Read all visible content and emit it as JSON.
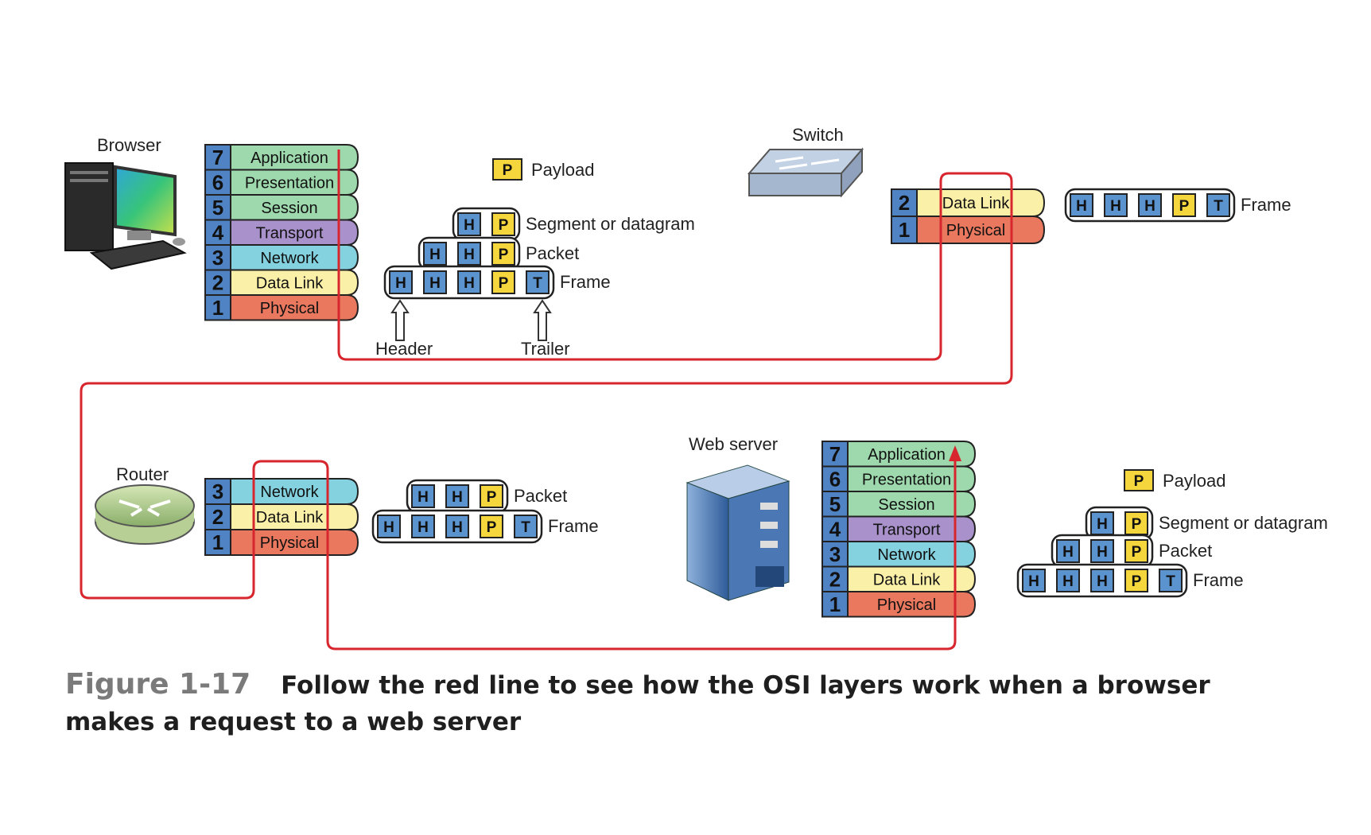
{
  "devices": {
    "browser": "Browser",
    "switch": "Switch",
    "router": "Router",
    "web_server": "Web server"
  },
  "layers": [
    {
      "num": "1",
      "name": "Physical",
      "color": "#e9785e"
    },
    {
      "num": "2",
      "name": "Data Link",
      "color": "#fbf0a8"
    },
    {
      "num": "3",
      "name": "Network",
      "color": "#84d2df"
    },
    {
      "num": "4",
      "name": "Transport",
      "color": "#a992cc"
    },
    {
      "num": "5",
      "name": "Session",
      "color": "#9ed8ad"
    },
    {
      "num": "6",
      "name": "Presentation",
      "color": "#9ed8ad"
    },
    {
      "num": "7",
      "name": "Application",
      "color": "#9ed8ad"
    }
  ],
  "cells": {
    "H": "H",
    "P": "P",
    "T": "T"
  },
  "pdu": {
    "payload": "Payload",
    "segment": "Segment or datagram",
    "packet": "Packet",
    "frame": "Frame",
    "header": "Header",
    "trailer": "Trailer"
  },
  "colors": {
    "header_cell": "#5b93cf",
    "payload_cell": "#f5d63c",
    "red_line": "#d8262e",
    "number_col": "#4f83c4"
  },
  "caption": {
    "figure": "Figure 1-17",
    "text": "Follow the red line to see how the OSI layers work when a browser makes a request to a web server"
  }
}
